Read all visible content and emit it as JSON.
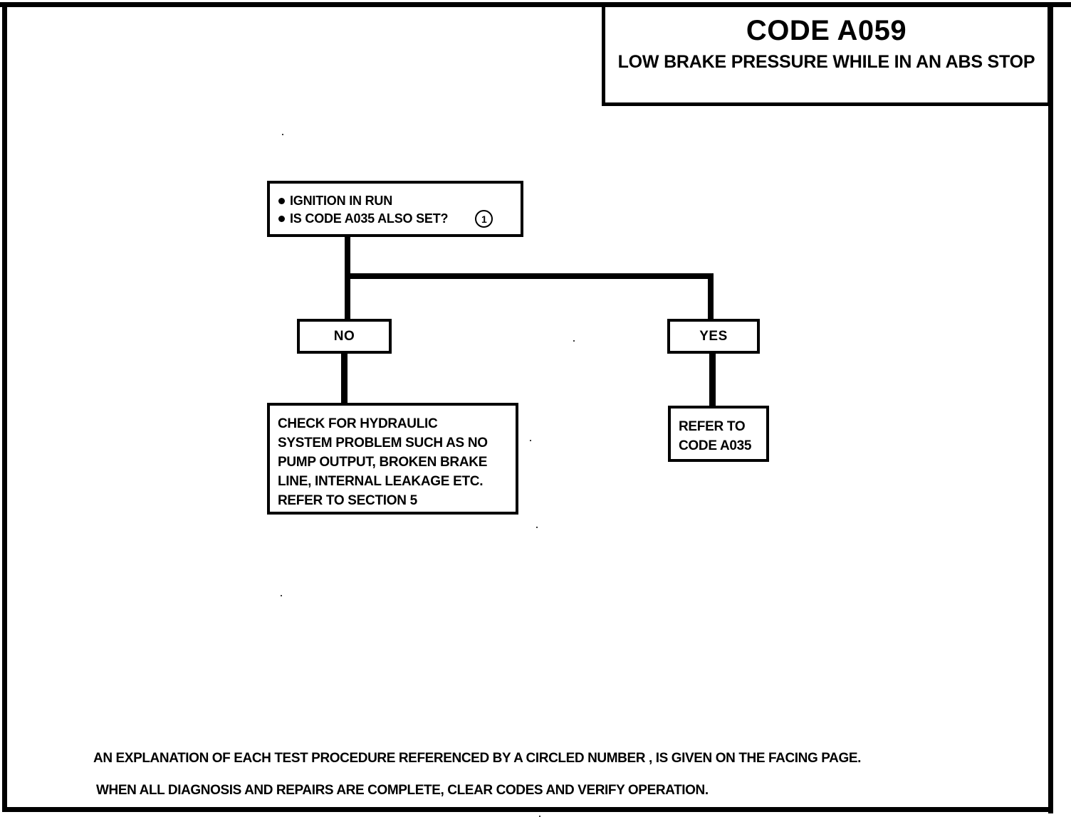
{
  "header": {
    "code": "CODE A059",
    "description": "LOW BRAKE PRESSURE WHILE IN AN ABS STOP"
  },
  "question_box": {
    "lines": [
      "IGNITION IN RUN",
      "IS CODE A035 ALSO SET?"
    ],
    "circled_reference": "1"
  },
  "branches": {
    "no_label": "NO",
    "yes_label": "YES"
  },
  "actions": {
    "hydraulic": {
      "lines": [
        "CHECK FOR HYDRAULIC",
        "SYSTEM PROBLEM SUCH AS NO",
        "PUMP OUTPUT, BROKEN BRAKE",
        "LINE, INTERNAL LEAKAGE ETC.",
        "REFER TO SECTION 5"
      ]
    },
    "refer": {
      "lines": [
        "REFER TO",
        "CODE A035"
      ]
    }
  },
  "footer": {
    "note_1": "AN EXPLANATION OF EACH TEST PROCEDURE REFERENCED BY A CIRCLED NUMBER , IS GIVEN ON THE FACING PAGE.",
    "note_2": "WHEN ALL DIAGNOSIS AND REPAIRS ARE COMPLETE, CLEAR CODES AND VERIFY OPERATION."
  },
  "colors": {
    "ink": "#000000",
    "paper": "#ffffff"
  }
}
